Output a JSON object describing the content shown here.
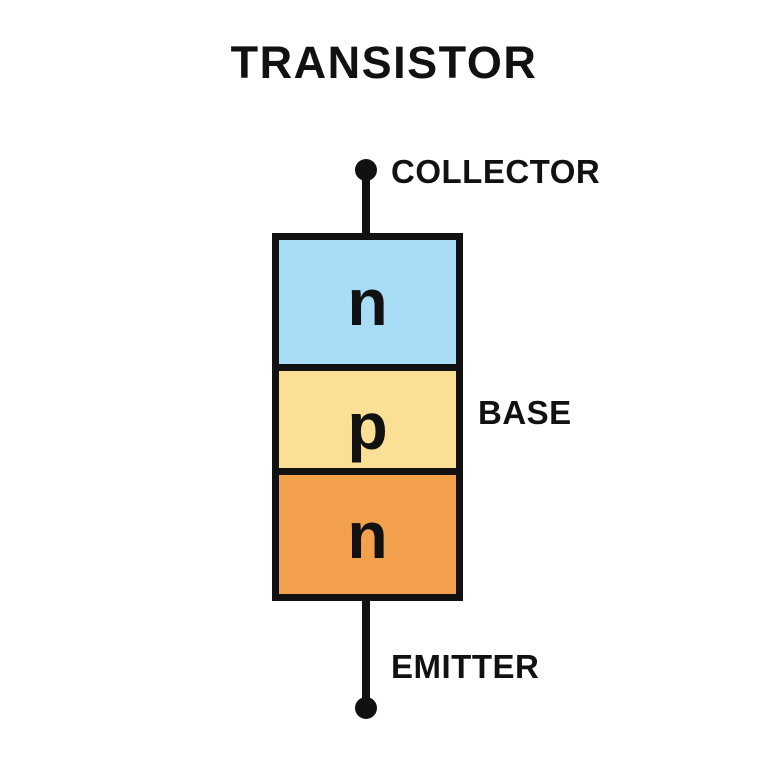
{
  "diagram": {
    "title": "TRANSISTOR",
    "type": "NPN bipolar junction transistor",
    "background_color": "#FFFFFF",
    "ink_color": "#111111"
  },
  "layers": [
    {
      "name": "collector-layer",
      "letter": "n",
      "doping": "n",
      "color": "#A9DDF6"
    },
    {
      "name": "base-layer",
      "letter": "p",
      "doping": "p",
      "color": "#FBDF94"
    },
    {
      "name": "emitter-layer",
      "letter": "n",
      "doping": "n",
      "color": "#F2A04B"
    }
  ],
  "terminals": {
    "collector": {
      "label": "COLLECTOR",
      "position": "top"
    },
    "base": {
      "label": "BASE",
      "position": "right"
    },
    "emitter": {
      "label": "EMITTER",
      "position": "bottom"
    }
  }
}
